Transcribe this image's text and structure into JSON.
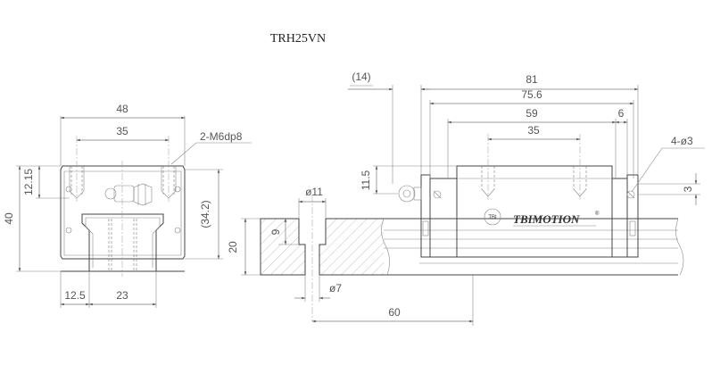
{
  "title": "TRH25VN",
  "front_view": {
    "width": "48",
    "hole_pitch": "35",
    "thread": "2-M6dp8",
    "height": "40",
    "rail_height_ref": "(34.2)",
    "hole_depth": "12.15",
    "edge": "12.5",
    "rail_width": "23"
  },
  "rail_section": {
    "counterbore": "ø11",
    "counterbore_depth": "9",
    "rail_height": "20",
    "through_hole": "ø7",
    "pitch": "60"
  },
  "side_view": {
    "overall_length": "81",
    "body_length": "75.6",
    "hole_span": "59",
    "end_offset": "6",
    "top_pitch": "35",
    "grease_nipple": "(14)",
    "side_holes": "4-ø3",
    "side_hole_height": "3",
    "nipple_height": "11.5",
    "brand": "TBIMOTION",
    "brand_badge": "TBI",
    "registered": "®"
  }
}
